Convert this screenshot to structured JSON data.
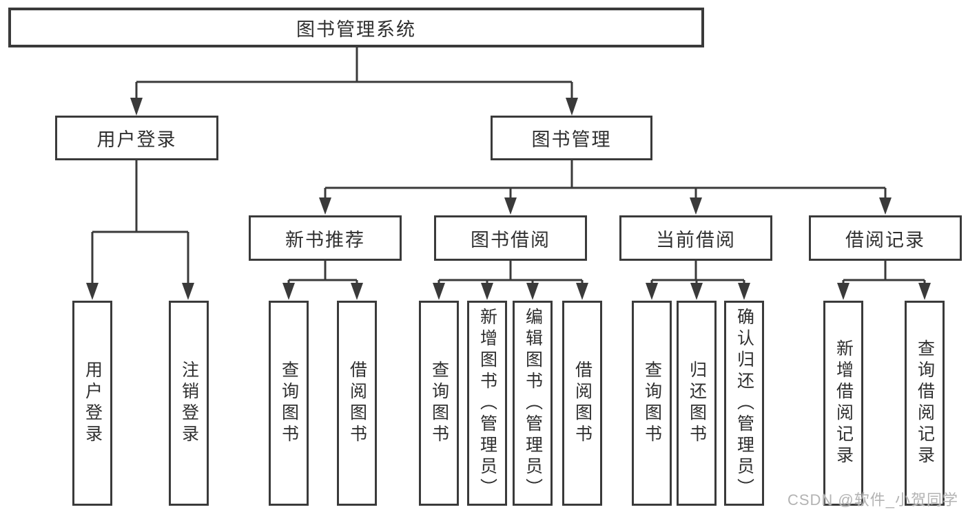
{
  "tree": {
    "root": {
      "label": "图书管理系统"
    },
    "branches": [
      {
        "label": "用户登录",
        "children": [
          {
            "label": "用户登录"
          },
          {
            "label": "注销登录"
          }
        ]
      },
      {
        "label": "图书管理",
        "groups": [
          {
            "label": "新书推荐",
            "children": [
              {
                "label": "查询图书"
              },
              {
                "label": "借阅图书"
              }
            ]
          },
          {
            "label": "图书借阅",
            "children": [
              {
                "label": "查询图书"
              },
              {
                "label": "新增图书（管理员）"
              },
              {
                "label": "编辑图书（管理员）"
              },
              {
                "label": "借阅图书"
              }
            ]
          },
          {
            "label": "当前借阅",
            "children": [
              {
                "label": "查询图书"
              },
              {
                "label": "归还图书"
              },
              {
                "label": "确认归还（管理员）"
              }
            ]
          },
          {
            "label": "借阅记录",
            "children": [
              {
                "label": "新增借阅记录"
              },
              {
                "label": "查询借阅记录"
              }
            ]
          }
        ]
      }
    ]
  },
  "watermark": {
    "text": "CSDN @软件_小贺同学"
  },
  "colors": {
    "line": "#3a3a3a",
    "box_border": "#3a3a3a",
    "text": "#2f2f2f",
    "watermark": "#b3b3b3",
    "background": "#ffffff"
  }
}
